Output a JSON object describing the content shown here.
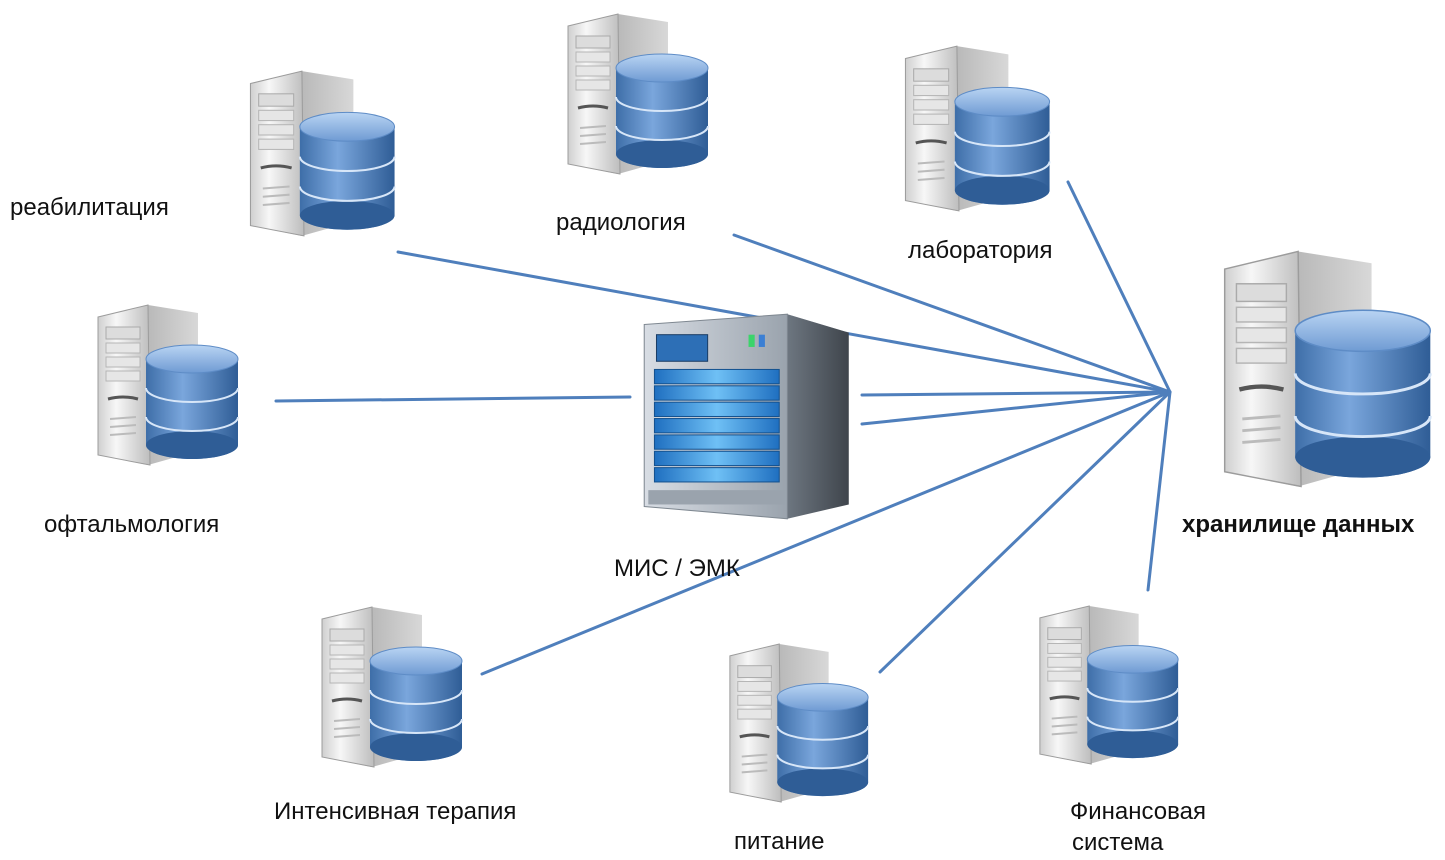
{
  "nodes": {
    "hub": {
      "label": "МИС / ЭМК",
      "icon": "rack-server-icon"
    },
    "warehouse": {
      "label": "хранилище данных",
      "icon": "database-server-icon"
    },
    "rehab": {
      "label": "реабилитация",
      "icon": "database-server-icon"
    },
    "radiology": {
      "label": "радиология",
      "icon": "database-server-icon"
    },
    "laboratory": {
      "label": "лаборатория",
      "icon": "database-server-icon"
    },
    "ophthalmology": {
      "label": "офтальмология",
      "icon": "database-server-icon"
    },
    "icu": {
      "label": "Интенсивная терапия",
      "icon": "database-server-icon"
    },
    "nutrition": {
      "label": "питание",
      "icon": "database-server-icon"
    },
    "finance": {
      "label_line1": "Финансовая",
      "label_line2": "система",
      "icon": "database-server-icon"
    }
  },
  "edges": [
    [
      "rehab",
      "warehouse"
    ],
    [
      "radiology",
      "warehouse"
    ],
    [
      "laboratory",
      "warehouse"
    ],
    [
      "ophthalmology",
      "hub"
    ],
    [
      "hub",
      "warehouse"
    ],
    [
      "hub",
      "warehouse"
    ],
    [
      "icu",
      "warehouse"
    ],
    [
      "nutrition",
      "warehouse"
    ],
    [
      "finance",
      "warehouse"
    ]
  ],
  "colors": {
    "line": "#4f7fbc",
    "db_top": "#8fb6e6",
    "db_body": "#4f7fbc",
    "tower": "#e4e4e4",
    "rack_panel": "#3a8fd8"
  }
}
